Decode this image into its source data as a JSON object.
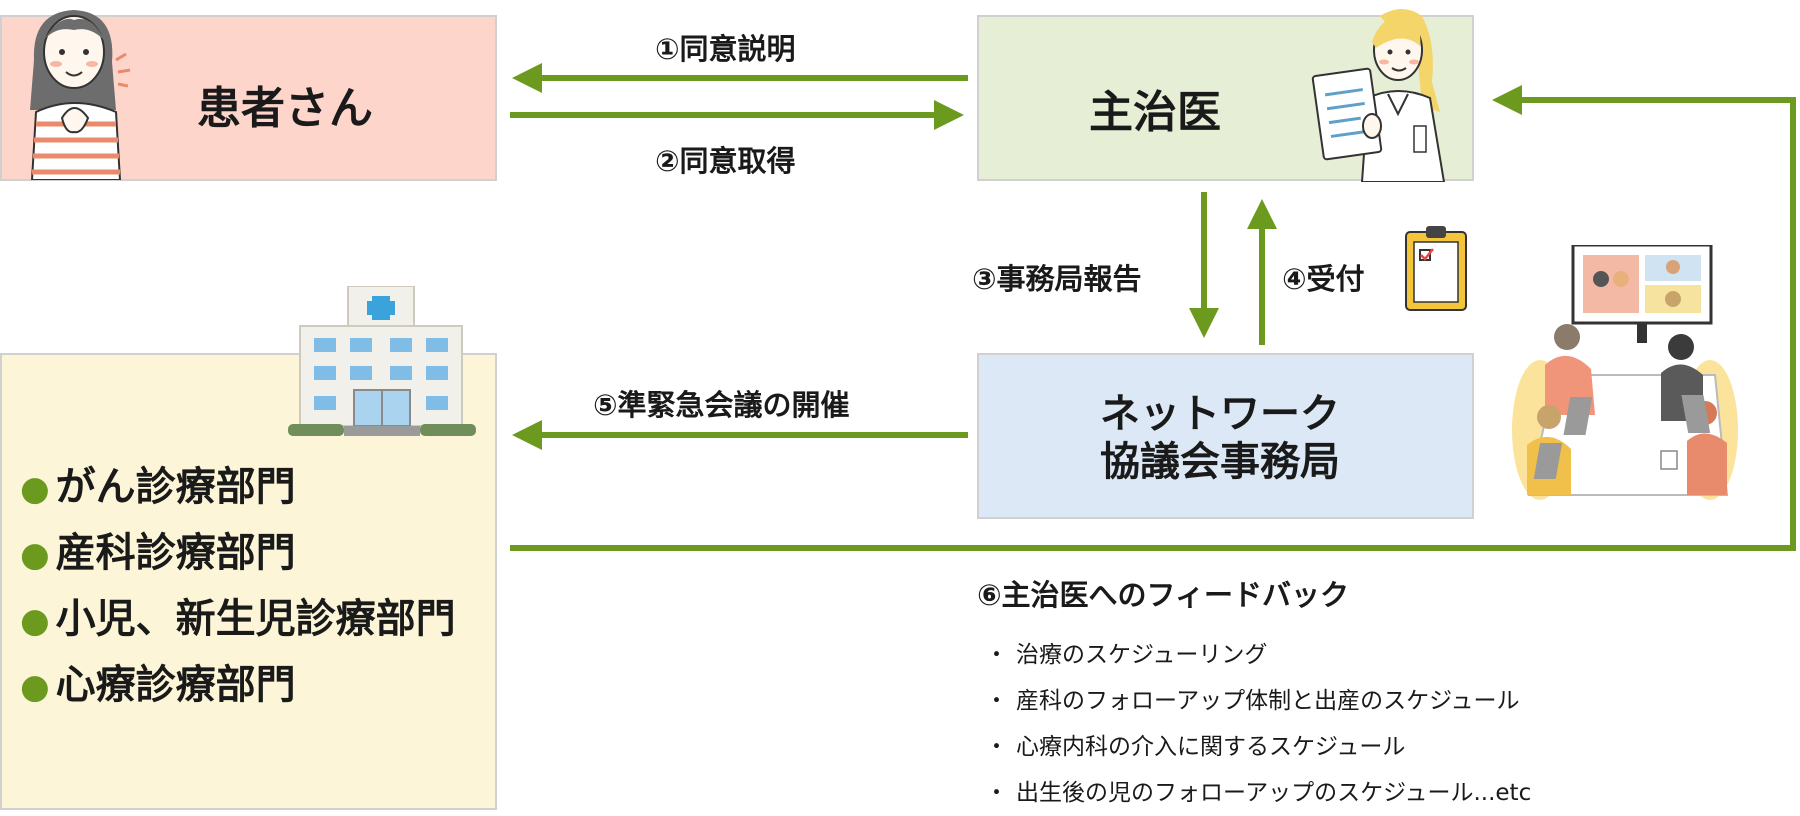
{
  "nodes": {
    "patient": "患者さん",
    "physician": "主治医",
    "secretariat": [
      "ネットワーク",
      "協議会事務局"
    ]
  },
  "steps": {
    "s1": "①同意説明",
    "s2": "②同意取得",
    "s3": "③事務局報告",
    "s4": "④受付",
    "s5": "⑤準緊急会議の開催",
    "s6": "⑥主治医へのフィードバック"
  },
  "departments": [
    "がん診療部門",
    "産科診療部門",
    "小児、新生児診療部門",
    "心療診療部門"
  ],
  "feedback_items": [
    "治療のスケジューリング",
    "産科のフォローアップ体制と出産のスケジュール",
    "心療内科の介入に関するスケジュール",
    "出生後の児のフォローアップのスケジュール...etc"
  ],
  "colors": {
    "arrow": "#6b9a1f",
    "patient_bg": "#fdd5cb",
    "physician_bg": "#e6efd6",
    "secretariat_bg": "#dce8f5",
    "hospital_bg": "#fcf5d7"
  },
  "icons": {
    "patient": "woman-illustration",
    "physician": "doctor-illustration",
    "hospital": "hospital-building-icon",
    "clipboard": "clipboard-icon",
    "meeting": "video-conference-illustration"
  }
}
